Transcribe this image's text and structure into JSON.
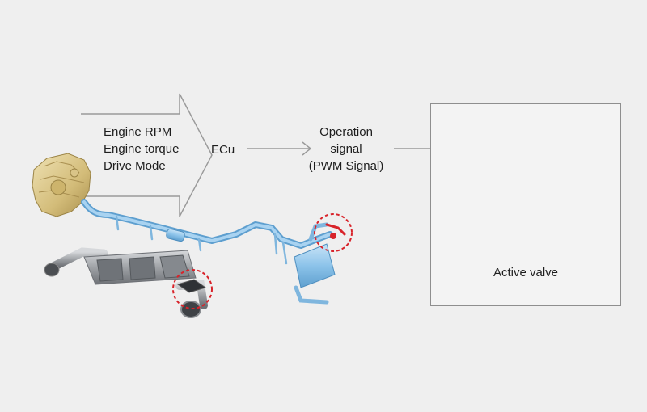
{
  "inputs": {
    "line1": "Engine RPM",
    "line2": "Engine torque",
    "line3": "Drive Mode"
  },
  "ecu": {
    "label": "ECu"
  },
  "operation_signal": {
    "line1": "Operation",
    "line2": "signal",
    "line3": "(PWM Signal)"
  },
  "active_valve": {
    "label": "Active valve"
  },
  "colors": {
    "background": "#efefef",
    "arrow": "#9a9a9a",
    "exhaust_pipe": "#8cc3ea",
    "engine": "#d9c488",
    "highlight_circle": "#d8232a",
    "muffler_metal": "#a9abae",
    "box_border": "#8e8e8e"
  }
}
